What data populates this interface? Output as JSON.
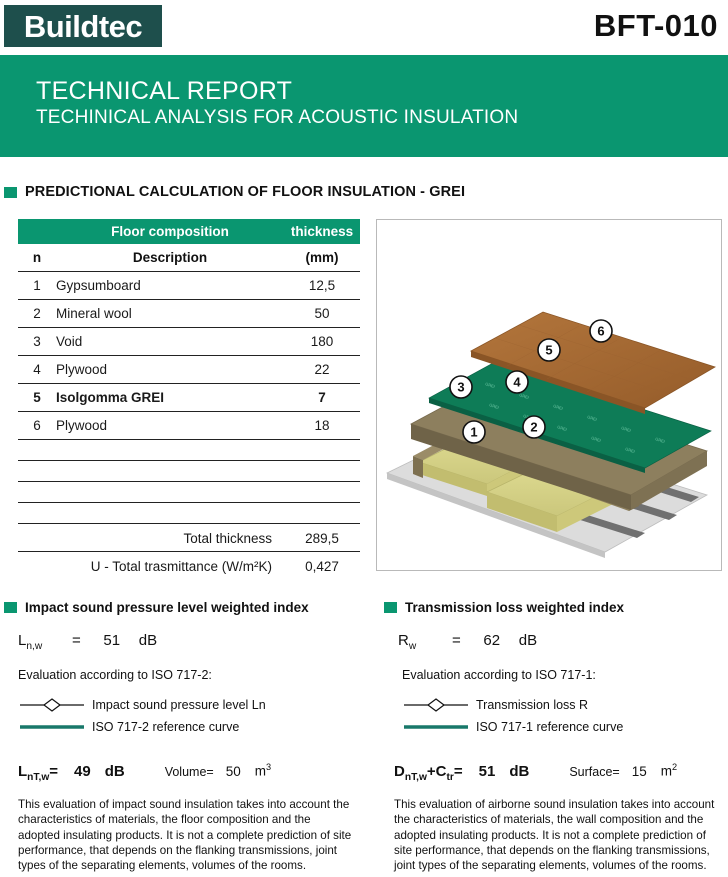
{
  "header": {
    "logo": "Buildtec",
    "doc_code": "BFT-010",
    "title": "TECHNICAL REPORT",
    "subtitle": "TECHINICAL ANALYSIS FOR ACOUSTIC INSULATION",
    "brand_green": "#0a9670",
    "logo_bg": "#1e4f4c"
  },
  "section": {
    "title": "PREDICTIONAL CALCULATION OF FLOOR INSULATION - GREI"
  },
  "table": {
    "group_header": {
      "composition": "Floor composition",
      "thickness": "thickness"
    },
    "columns": {
      "n": "n",
      "description": "Description",
      "unit": "(mm)"
    },
    "rows": [
      {
        "n": "1",
        "description": "Gypsumboard",
        "thickness": "12,5",
        "bold": false
      },
      {
        "n": "2",
        "description": "Mineral wool",
        "thickness": "50",
        "bold": false
      },
      {
        "n": "3",
        "description": "Void",
        "thickness": "180",
        "bold": false
      },
      {
        "n": "4",
        "description": "Plywood",
        "thickness": "22",
        "bold": false
      },
      {
        "n": "5",
        "description": "Isolgomma GREI",
        "thickness": "7",
        "bold": true
      },
      {
        "n": "6",
        "description": "Plywood",
        "thickness": "18",
        "bold": false
      }
    ],
    "empty_row_count": 4,
    "totals": [
      {
        "label": "Total thickness",
        "value": "289,5"
      },
      {
        "label": "U - Total trasmittance (W/m²K)",
        "value": "0,427"
      }
    ]
  },
  "diagram": {
    "callouts": [
      "1",
      "2",
      "3",
      "4",
      "5",
      "6"
    ],
    "layer_colors": {
      "concrete": "#d8d8d8",
      "mineral_wool": "#d9d68a",
      "joist_wood": "#8f8263",
      "plywood": "#7e7256",
      "grei_membrane": "#0f7a56",
      "top_board": "#a86a35",
      "steel_rail": "#6b6b6b"
    }
  },
  "impact_panel": {
    "title": "Impact sound pressure level weighted index",
    "index_symbol_main": "L",
    "index_symbol_sub": "n,w",
    "equals": "=",
    "index_value": "51",
    "index_unit": "dB",
    "evaluation": "Evaluation according to  ISO 717-2:",
    "legend": [
      {
        "label": "Impact sound pressure level Ln",
        "style": "line-diamond"
      },
      {
        "label": "ISO 717-2 reference curve",
        "style": "thick-green"
      }
    ],
    "result_symbol_main": "L",
    "result_symbol_sub": "nT,w",
    "result_equals": "=",
    "result_value": "49",
    "result_unit": "dB",
    "extra_label": "Volume=",
    "extra_value": "50",
    "extra_unit_base": "m",
    "extra_unit_exp": "3",
    "note": "This evaluation of impact sound insulation takes into account the characteristics of materials, the floor composition and the adopted insulating products. It is not a complete prediction of site performance, that depends on the flanking transmissions, joint types of the separating elements, volumes of the rooms."
  },
  "transmission_panel": {
    "title": "Transmission loss weighted index",
    "index_symbol_main": "R",
    "index_symbol_sub": "w",
    "equals": "=",
    "index_value": "62",
    "index_unit": "dB",
    "evaluation": "Evaluation according to  ISO 717-1:",
    "legend": [
      {
        "label": "Transmission loss R",
        "style": "line-diamond"
      },
      {
        "label": "ISO 717-1 reference curve",
        "style": "thick-green"
      }
    ],
    "result_symbol_main": "D",
    "result_symbol_sub": "nT,w",
    "result_symbol_plus": "+C",
    "result_symbol_sub2": "tr",
    "result_equals": "=",
    "result_value": "51",
    "result_unit": "dB",
    "extra_label": "Surface=",
    "extra_value": "15",
    "extra_unit_base": "m",
    "extra_unit_exp": "2",
    "note": "This evaluation of airborne sound insulation takes into account the characteristics of materials, the wall composition and the adopted insulating products. It is not a complete prediction of site performance, that depends on the flanking transmissions, joint types of the separating elements, volumes of the rooms."
  }
}
